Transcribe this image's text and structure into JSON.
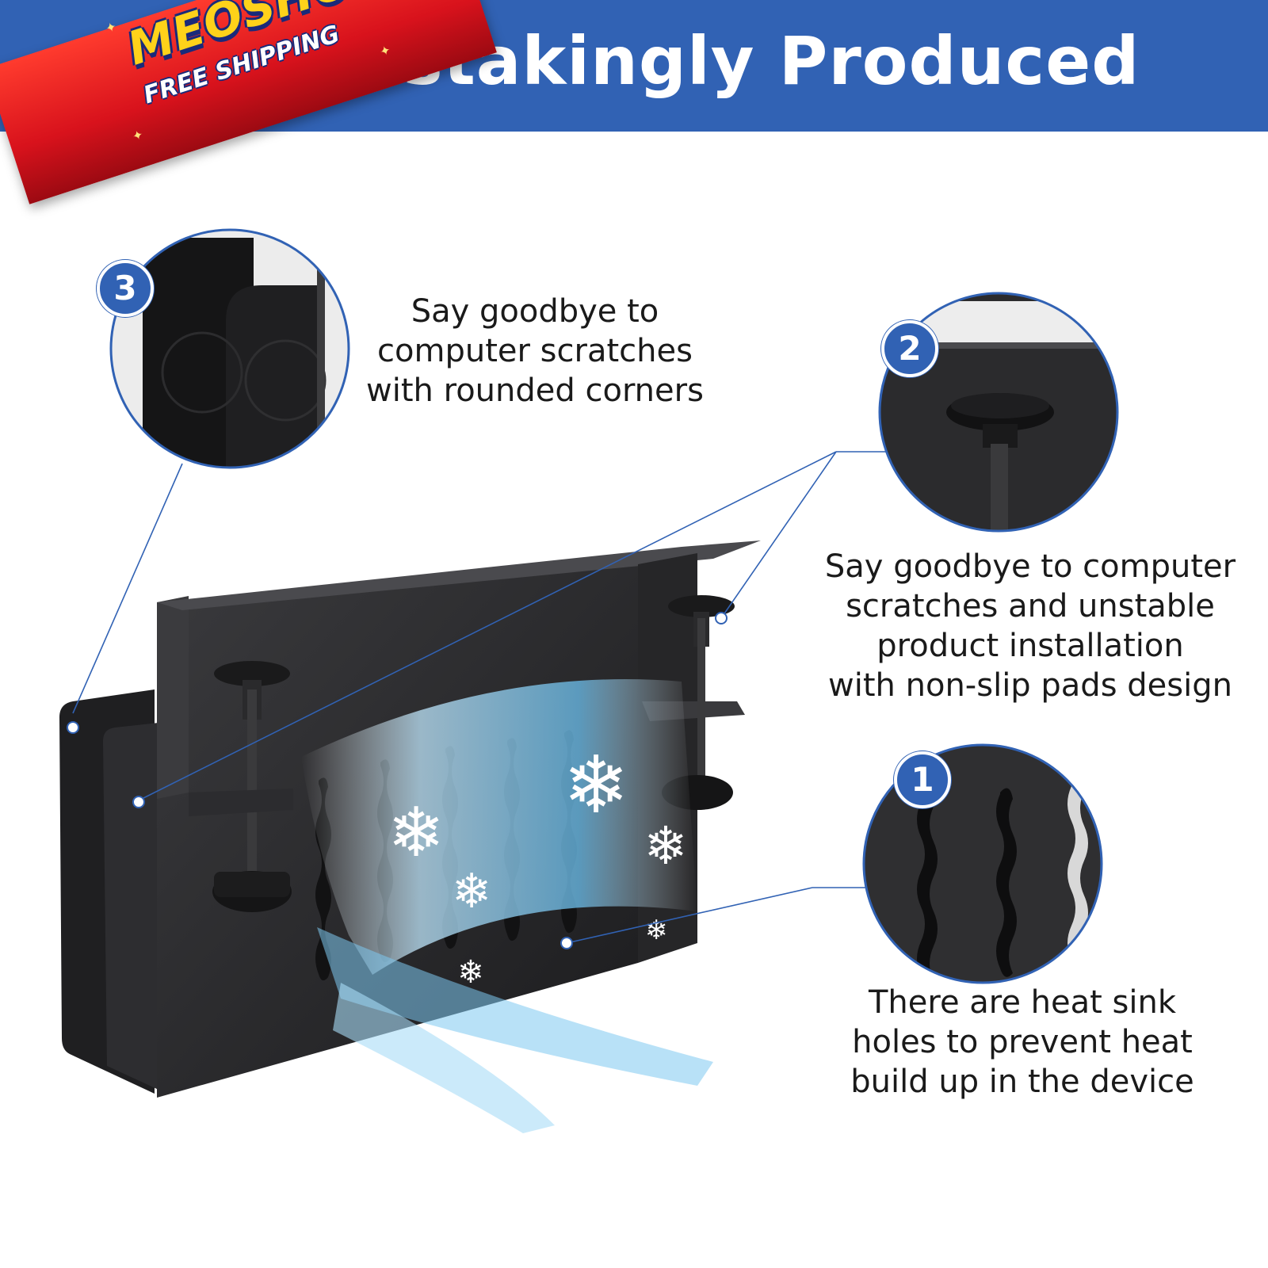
{
  "header": {
    "title": "Painstakingly Produced",
    "bg_color": "#3162b4"
  },
  "badge": {
    "brand": "MEOSHOP",
    "sub": "FREE SHIPPING"
  },
  "features": [
    {
      "number": "3",
      "caption": "Say goodbye to\ncomputer scratches\nwith rounded corners"
    },
    {
      "number": "2",
      "caption": "Say goodbye to computer\nscratches and unstable\nproduct installation\nwith non-slip pads design"
    },
    {
      "number": "1",
      "caption": "There are heat sink\nholes to prevent heat\nbuild up in the device"
    }
  ],
  "icons": {
    "snowflake": "snowflake-icon"
  },
  "colors": {
    "accent": "#3162b4",
    "metal": "#2a2a2c",
    "cool_air": "#7ec8f0"
  }
}
